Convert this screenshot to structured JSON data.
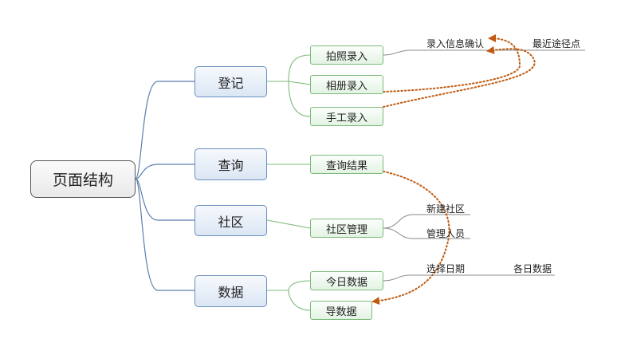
{
  "root": {
    "label": "页面结构"
  },
  "branches": [
    {
      "label": "登记",
      "children": [
        "拍照录入",
        "相册录入",
        "手工录入"
      ]
    },
    {
      "label": "查询",
      "children": [
        "查询结果"
      ]
    },
    {
      "label": "社区",
      "children": [
        "社区管理"
      ]
    },
    {
      "label": "数据",
      "children": [
        "今日数据",
        "导数据"
      ]
    }
  ],
  "leaves": {
    "confirm_info": "录入信息确认",
    "recent_route": "最近途径点",
    "new_community": "新建社区",
    "manage_staff": "管理人员",
    "select_date": "选择日期",
    "daily_data": "各日数据"
  },
  "colors": {
    "branch_line": "#5b7fae",
    "child_line": "#7dbb7d",
    "leaf_line": "#888888",
    "relation_arrow": "#c05a10"
  }
}
